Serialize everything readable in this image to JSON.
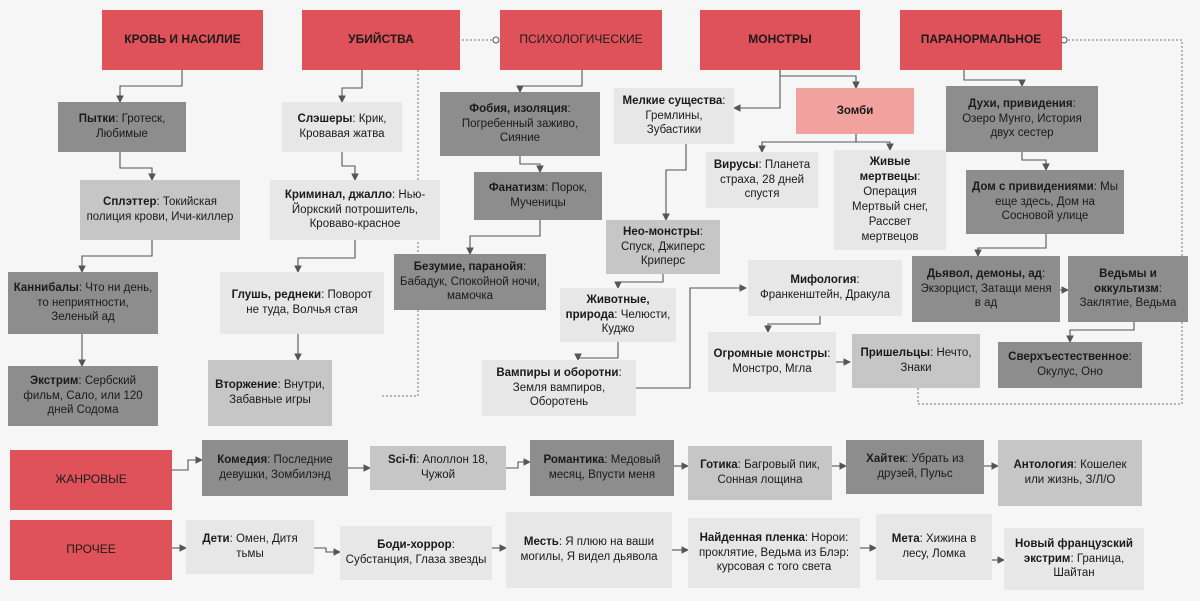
{
  "categories": {
    "blood": "КРОВЬ И НАСИЛИЕ",
    "murders": "УБИЙСТВА",
    "psych": "ПСИХОЛОГИЧЕСКИЕ",
    "monsters": "МОНСТРЫ",
    "paranormal": "ПАРАНОРМАЛЬНОЕ",
    "zombie": "Зомби",
    "genre": "ЖАНРОВЫЕ",
    "other": "ПРОЧЕЕ"
  },
  "blood": {
    "torture": {
      "term": "Пытки",
      "films": "Гротеск, Любимые"
    },
    "splatter": {
      "term": "Сплэттер",
      "films": "Токийская полиция крови, Ичи-киллер"
    },
    "cannibals": {
      "term": "Каннибалы",
      "films": "Что ни день, то неприятности, Зеленый ад"
    },
    "extreme": {
      "term": "Экстрим",
      "films": "Сербский фильм, Сало, или 120 дней Содома"
    }
  },
  "murders": {
    "slasher": {
      "term": "Слэшеры",
      "films": "Крик, Кровавая жатва"
    },
    "criminal": {
      "term": "Криминал, джалло",
      "films": "Нью-Йоркский потрошитель, Кроваво-красное"
    },
    "backwoods": {
      "term": "Глушь, реднеки",
      "films": "Поворот не туда, Волчья стая"
    },
    "invasion": {
      "term": "Вторжение",
      "films": "Внутри, Забавные игры"
    }
  },
  "psych": {
    "phobia": {
      "term": "Фобия, изоляция",
      "films": "Погребенный заживо, Сияние"
    },
    "fanatic": {
      "term": "Фанатизм",
      "films": "Порок, Мученицы"
    },
    "madness": {
      "term": "Безумие, паранойя",
      "films": "Бабадук, Спокойной ночи, мамочка"
    }
  },
  "monsters": {
    "small": {
      "term": "Мелкие существа",
      "films": "Гремлины, Зубастики"
    },
    "neo": {
      "term": "Нео-монстры",
      "films": "Спуск, Джиперс Криперс"
    },
    "animals": {
      "term": "Животные, природа",
      "films": "Челюсти, Куджо"
    },
    "vampires": {
      "term": "Вампиры и оборотни",
      "films": "Земля вампиров, Оборотень"
    },
    "myth": {
      "term": "Мифология",
      "films": "Франкенштейн, Дракула"
    },
    "huge": {
      "term": "Огромные монстры",
      "films": "Монстро, Мгла"
    },
    "aliens": {
      "term": "Пришельцы",
      "films": "Нечто, Знаки"
    },
    "virus": {
      "term": "Вирусы",
      "films": "Планета страха, 28 дней спустя"
    },
    "living_dead": {
      "term": "Живые мертвецы",
      "films": "Операция Мертвый снег, Рассвет мертвецов"
    }
  },
  "paranormal": {
    "ghosts": {
      "term": "Духи, привидения",
      "films": "Озеро Мунго, История двух сестер"
    },
    "haunted": {
      "term": "Дом с привидениями",
      "films": "Мы еще здесь, Дом на Сосновой улице"
    },
    "devil": {
      "term": "Дьявол, демоны, ад",
      "films": "Экзорцист, Затащи меня в ад"
    },
    "witches": {
      "term": "Ведьмы и оккультизм",
      "films": "Заклятие, Ведьма"
    },
    "supernatural": {
      "term": "Сверхъестественное",
      "films": "Окулус, Оно"
    }
  },
  "genre": {
    "comedy": {
      "term": "Комедия",
      "films": "Последние девушки, Зомбилэнд"
    },
    "scifi": {
      "term": "Sci-fi",
      "films": "Аполлон 18, Чужой"
    },
    "romance": {
      "term": "Романтика",
      "films": "Медовый месяц, Впусти меня"
    },
    "gothic": {
      "term": "Готика",
      "films": "Багровый пик, Сонная лощина"
    },
    "hightech": {
      "term": "Хайтек",
      "films": "Убрать из друзей, Пульс"
    },
    "anthology": {
      "term": "Антология",
      "films": "Кошелек или жизнь, З/Л/О"
    }
  },
  "other": {
    "kids": {
      "term": "Дети",
      "films": "Омен, Дитя тьмы"
    },
    "body": {
      "term": "Боди-хоррор",
      "films": "Субстанция, Глаза звезды"
    },
    "revenge": {
      "term": "Месть",
      "films": "Я плюю на ваши могилы, Я видел дьявола"
    },
    "found": {
      "term": "Найденная пленка",
      "films": "Норои: проклятие, Ведьма из Блэр: курсовая с того света"
    },
    "meta": {
      "term": "Мета",
      "films": "Хижина в лесу, Ломка"
    },
    "french": {
      "term": "Новый французский экстрим",
      "films": "Граница, Шайтан"
    }
  },
  "colors": {
    "category": "#e0525a",
    "subcategory": "#f1a29e",
    "dark_box": "#8d8d8d",
    "mid_box": "#c6c6c6",
    "light_box": "#e7e7e7",
    "line": "#555555"
  }
}
